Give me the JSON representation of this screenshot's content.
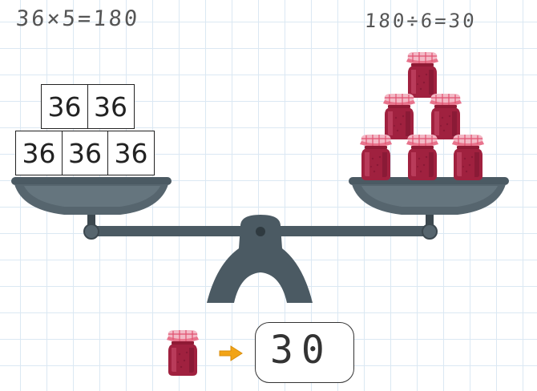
{
  "equations": {
    "left": "36×5=180",
    "right": "180÷6=30"
  },
  "left_pan": {
    "top_blocks": [
      "36",
      "36"
    ],
    "bottom_blocks": [
      "36",
      "36",
      "36"
    ]
  },
  "right_pan": {
    "jars": [
      "jam-jar",
      "jam-jar",
      "jam-jar",
      "jam-jar",
      "jam-jar",
      "jam-jar"
    ]
  },
  "answer": {
    "icon": "jam-jar-icon",
    "arrow_icon": "right-arrow-icon",
    "value": "30"
  },
  "colors": {
    "scale": "#4b5a63",
    "jam": "#a0213f",
    "lid": "#e8738c",
    "arrow": "#f2a417"
  }
}
